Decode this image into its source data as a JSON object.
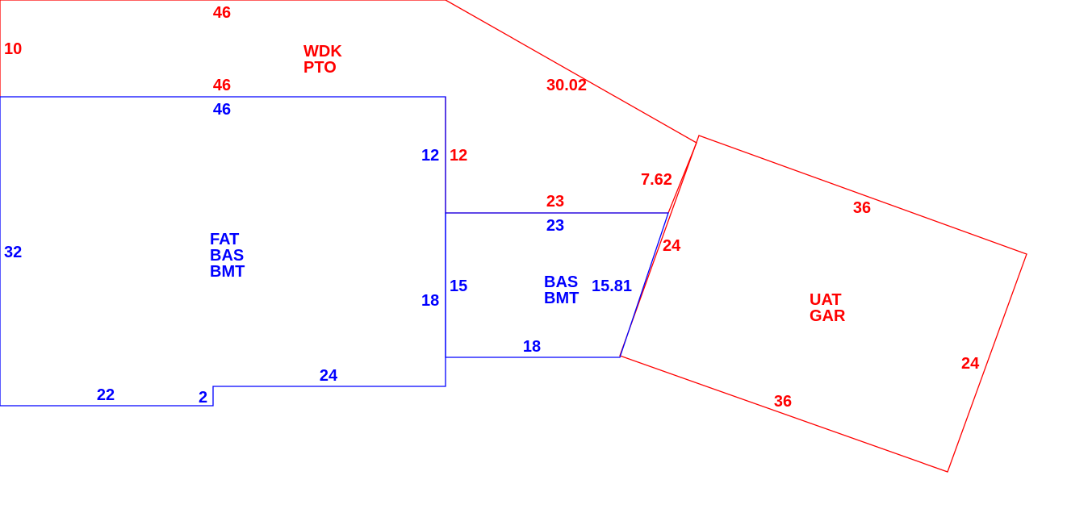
{
  "colors": {
    "red": "#ff0000",
    "blue": "#0000ff"
  },
  "areas": {
    "wdk": {
      "line1": "WDK",
      "line2": "PTO"
    },
    "main": {
      "line1": "FAT",
      "line2": "BAS",
      "line3": "BMT"
    },
    "bas2": {
      "line1": "BAS",
      "line2": "BMT"
    },
    "gar": {
      "line1": "UAT",
      "line2": "GAR"
    }
  },
  "dimensions": {
    "wdk_top": "46",
    "wdk_left": "10",
    "wdk_bottom": "46",
    "wdk_diag": "30.02",
    "wdk_right": "12",
    "wdk_link": "7.62",
    "wdk_inner": "23",
    "main_top": "46",
    "main_left": "32",
    "main_right_upper": "12",
    "main_right_lower": "18",
    "main_bottom_right": "24",
    "main_step": "2",
    "main_bottom_left": "22",
    "bas2_top": "23",
    "bas2_left": "15",
    "bas2_bottom": "18",
    "bas2_diag": "15.81",
    "gar_top": "36",
    "gar_left": "24",
    "gar_right": "24",
    "gar_bottom": "36"
  }
}
